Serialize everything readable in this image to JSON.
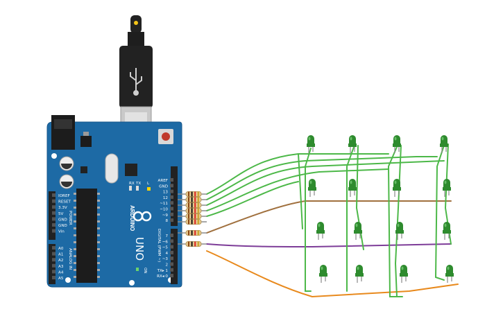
{
  "board": {
    "brand": "ARDUINO",
    "model": "UNO",
    "tx_label": "TX",
    "rx_label": "RX",
    "l_label": "L",
    "on_label": "ON",
    "power_header_label": "POWER",
    "analog_header_label": "ANALOG IN",
    "digital_header_label": "DIGITAL (PWM ~)",
    "power_pins": [
      "IOREF",
      "RESET",
      "3.3V",
      "5V",
      "GND",
      "GND",
      "Vin"
    ],
    "analog_pins": [
      "A0",
      "A1",
      "A2",
      "A3",
      "A4",
      "A5"
    ],
    "digital_pins_top": [
      "AREF",
      "GND",
      "13",
      "12",
      "~11",
      "~10",
      "~9",
      "8"
    ],
    "digital_pins_bottom": [
      "7",
      "~6",
      "~5",
      "4",
      "~3",
      "2",
      "TX▸ 1",
      "RX◂ 0"
    ]
  },
  "cable": {
    "icon": "usb-plug-icon"
  },
  "led_matrix": {
    "rows": 4,
    "cols": 4,
    "led_color": "#2e8b2e"
  },
  "resistor_count": 8,
  "wire_colors": {
    "green": "#4cb848",
    "brown": "#a0703e",
    "purple": "#7d3c98",
    "orange": "#e8891c"
  }
}
